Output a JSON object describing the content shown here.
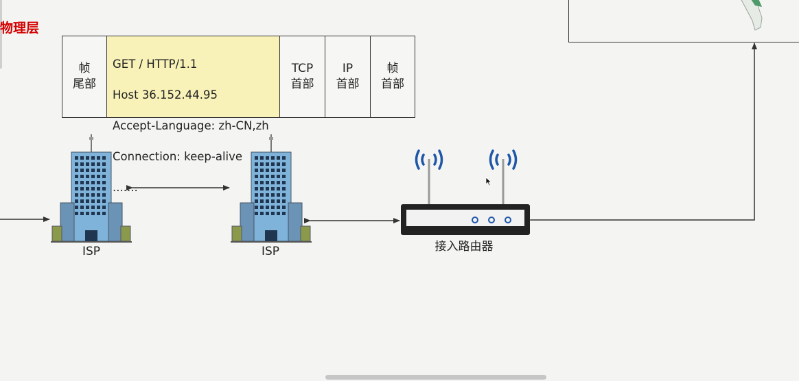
{
  "layer_title": "物理层",
  "frame": {
    "trailer": "帧\n尾部",
    "http_lines": [
      "GET / HTTP/1.1",
      "Host 36.152.44.95",
      "Accept-Language: zh-CN,zh",
      "Connection: keep-alive",
      "......."
    ],
    "tcp_header": "TCP\n首部",
    "ip_header": "IP\n首部",
    "frame_header": "帧\n首部"
  },
  "nodes": {
    "isp_left": "ISP",
    "isp_right": "ISP",
    "router": "接入路由器"
  },
  "colors": {
    "title_red": "#d40000",
    "http_fill": "#f8f2b8",
    "wifi_blue": "#1f57a8",
    "building_blue": "#8fc3e6"
  }
}
